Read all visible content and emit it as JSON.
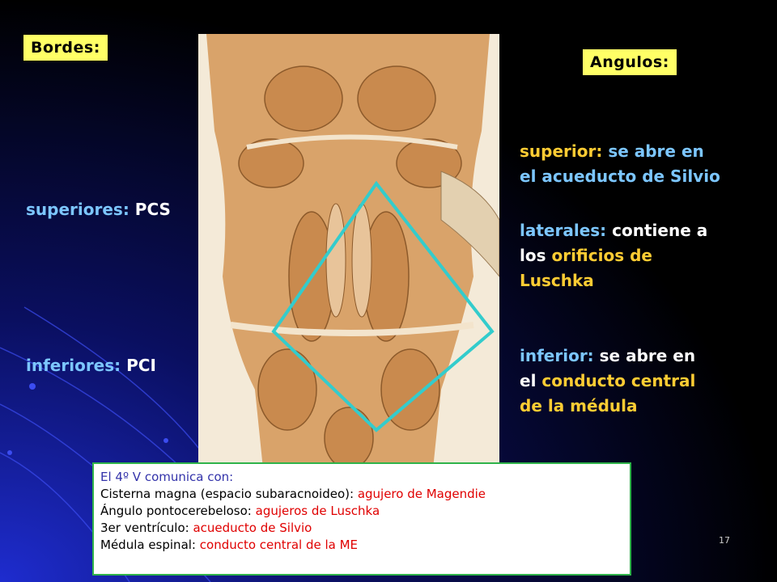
{
  "colors": {
    "background": "#000000",
    "label_bg": "#ffff66",
    "heading": "#7cc6ff",
    "highlight": "#ffcc33",
    "diamond": "#33cccc",
    "info_border": "#2fb34a",
    "info_red": "#e00000"
  },
  "icons": {
    "image": "brainstem-anatomy-image",
    "overlay": "rhomboid-outline-icon"
  },
  "bordes": {
    "label": "Bordes:",
    "superiores_key": "superiores:",
    "superiores_val": "PCS",
    "inferiores_key": "inferiores:",
    "inferiores_val": "PCI"
  },
  "angulos": {
    "label": "Angulos:",
    "superior": {
      "key": "superior:",
      "p1": "se abre en",
      "p2": "el acueducto de Silvio"
    },
    "laterales": {
      "key": "laterales:",
      "p1": "contiene a",
      "p2": "los",
      "p3": "orificios de",
      "p4": "Luschka"
    },
    "inferior": {
      "key": "inferior:",
      "p1": "se abre en",
      "p2": "el",
      "p3": "conducto central",
      "p4": "de la médula"
    }
  },
  "info": {
    "title": "El 4º V comunica con:",
    "rows": [
      {
        "k": "Cisterna magna (espacio subaracnoideo):",
        "v": "agujero de Magendie"
      },
      {
        "k": "Ángulo pontocerebeloso:",
        "v": "agujeros de Luschka"
      },
      {
        "k": "3er ventrículo:",
        "v": "acueducto de Silvio"
      },
      {
        "k": "Médula espinal:",
        "v": "conducto central de la ME"
      }
    ]
  },
  "page_number": "17"
}
